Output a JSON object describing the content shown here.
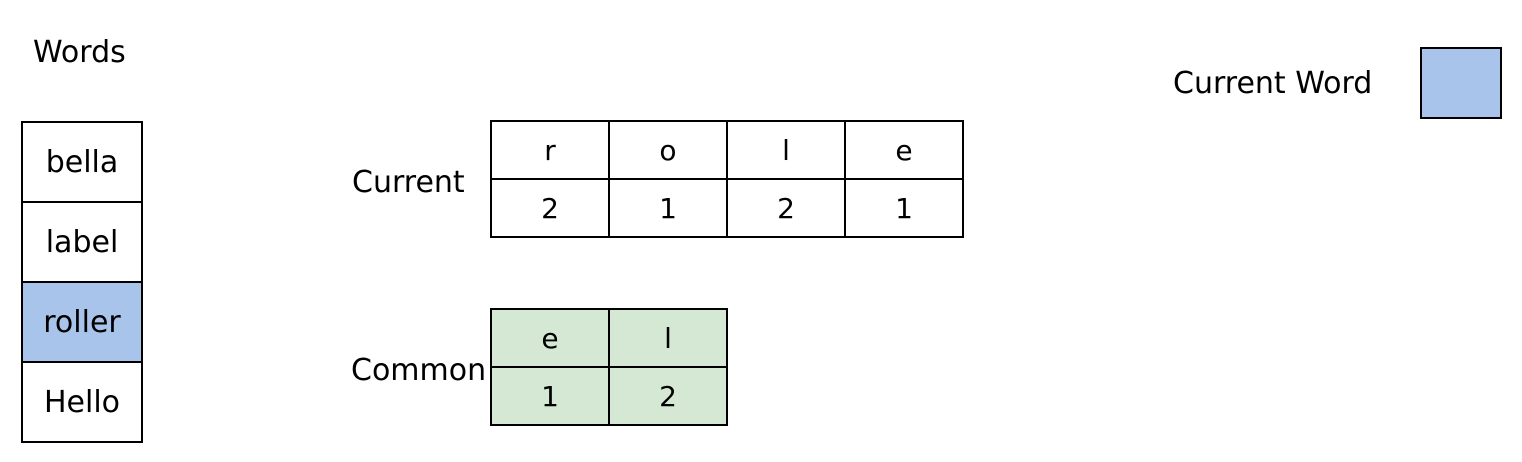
{
  "colors": {
    "highlight": "#a9c4eb",
    "common_fill": "#d5e8d4",
    "border": "#000000",
    "background": "#ffffff"
  },
  "words": {
    "title": "Words",
    "items": [
      {
        "text": "bella",
        "highlighted": false
      },
      {
        "text": "label",
        "highlighted": false
      },
      {
        "text": "roller",
        "highlighted": true
      },
      {
        "text": "Hello",
        "highlighted": false
      }
    ]
  },
  "current": {
    "label": "Current",
    "letters": [
      "r",
      "o",
      "l",
      "e"
    ],
    "counts": [
      "2",
      "1",
      "2",
      "1"
    ]
  },
  "common": {
    "label": "Common",
    "letters": [
      "e",
      "l"
    ],
    "counts": [
      "1",
      "2"
    ]
  },
  "legend": {
    "current_word_label": "Current Word"
  }
}
